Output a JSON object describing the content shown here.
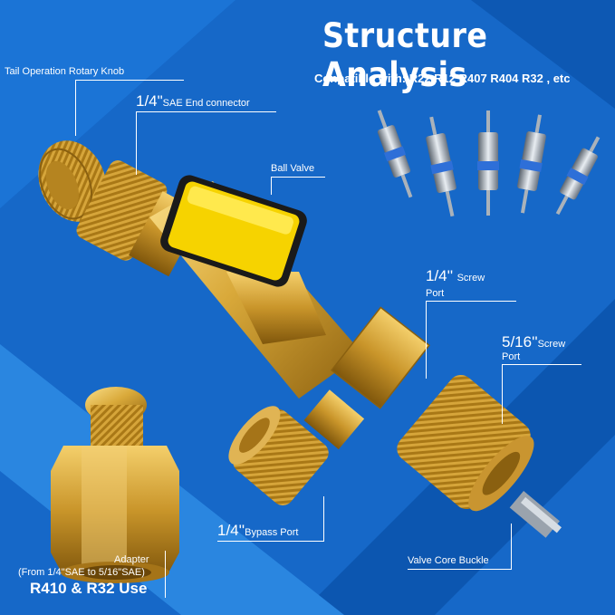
{
  "title": "Structure Analysis",
  "compatibility": "Conpatible with: R22 R12 R407 R404 R32 , etc",
  "labels": {
    "knob": "Tail Operation Rotary Knob",
    "sae_size": "1/4\"",
    "sae_text": "SAE End connector",
    "ball_valve": "Ball Valve",
    "screw_port_14_size": "1/4''",
    "screw_port_14_text": "Screw",
    "screw_port_14_port": "Port",
    "screw_port_516_size": "5/16''",
    "screw_port_516_text": "Screw",
    "screw_port_516_port": "Port",
    "bypass_size": "1/4''",
    "bypass_text": "Bypass Port",
    "valve_core": "Valve Core Buckle",
    "adapter_line1": "Adapter",
    "adapter_line2": "(From 1/4\"SAE to 5/16\"SAE)",
    "adapter_line3": "R410 & R32 Use"
  },
  "colors": {
    "background": "#1668c8",
    "stripe_light": "#2a86e0",
    "stripe_dark": "#0b4fa6",
    "brass": "#d9a93a",
    "brass_dark": "#9a6c14",
    "handle": "#f6d300"
  }
}
